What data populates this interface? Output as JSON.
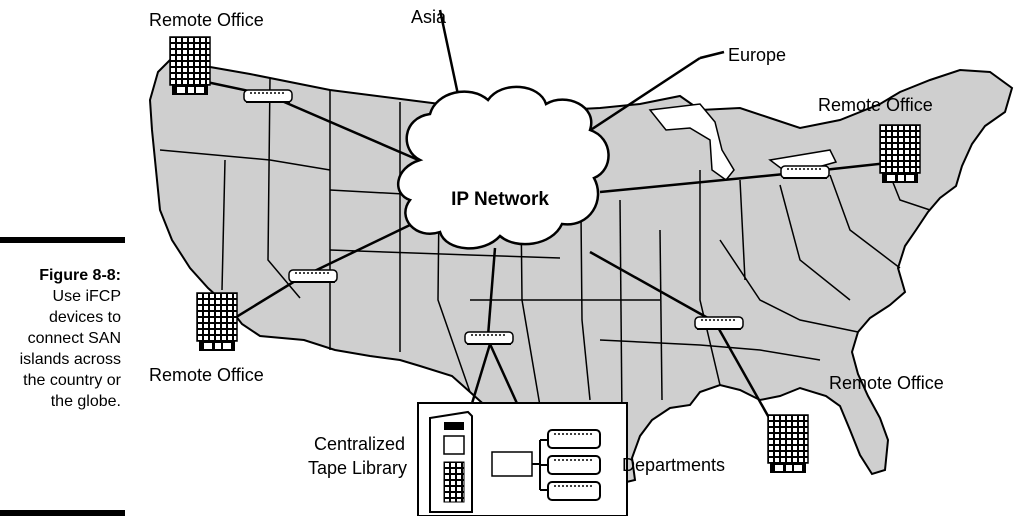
{
  "figure": {
    "number": "Figure 8-8:",
    "caption": "Use iFCP devices to connect SAN islands across the country or the globe."
  },
  "labels": {
    "cloud": "IP Network",
    "asia": "Asia",
    "europe": "Europe",
    "remote_nw": "Remote Office",
    "remote_ne": "Remote Office",
    "remote_sw": "Remote Office",
    "remote_se": "Remote Office",
    "tape_library": [
      "Centralized",
      "Tape Library"
    ],
    "departments": "Departments"
  },
  "colors": {
    "map_fill": "#cfcfcf",
    "map_stroke": "#000000",
    "line": "#000000"
  }
}
